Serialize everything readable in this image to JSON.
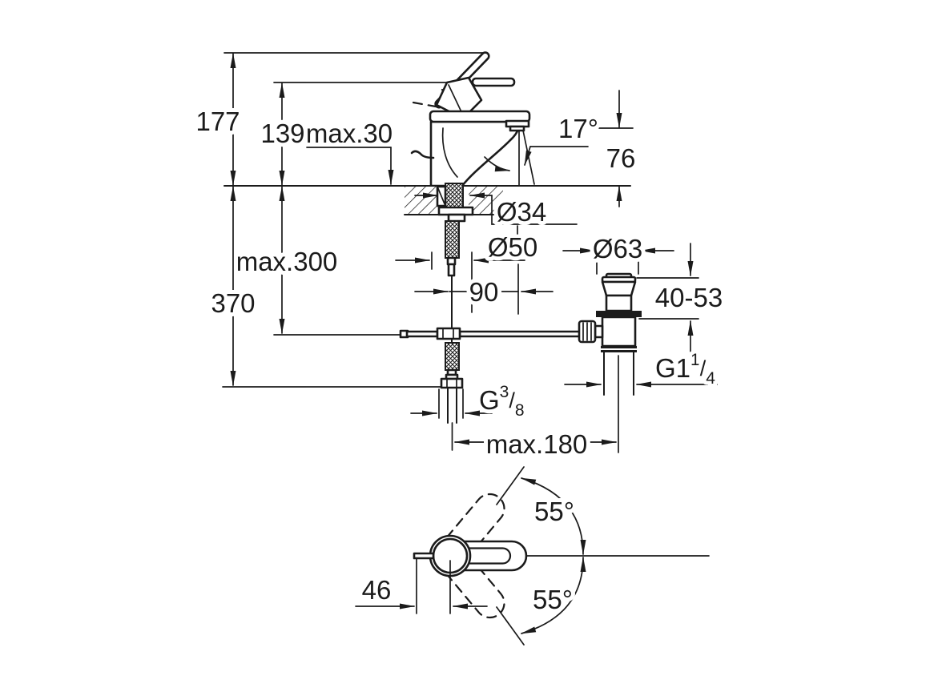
{
  "side_view": {
    "heights": {
      "total": "177",
      "to_lever": "139",
      "deck_thickness": "max.30",
      "spout": "76"
    },
    "angles": {
      "spout": "17°"
    },
    "diameters": {
      "mount_hole": "Ø34",
      "base": "Ø50",
      "waste_flange": "Ø63"
    },
    "lengths": {
      "hose": "max.300",
      "total_below": "370",
      "spout_reach": "90",
      "basin_thickness": "40-53",
      "waste_spacing": "max.180"
    },
    "threads": {
      "waste": {
        "main": "G1",
        "sup": "1",
        "slash": "/",
        "sub": "4"
      },
      "supply": {
        "main": "G",
        "sup": "3",
        "slash": "/",
        "sub": "8"
      }
    }
  },
  "top_view": {
    "swing_up": "55°",
    "swing_down": "55°",
    "handle_offset": "46"
  },
  "colors": {
    "ink": "#1b1b1b",
    "background": "#ffffff"
  }
}
